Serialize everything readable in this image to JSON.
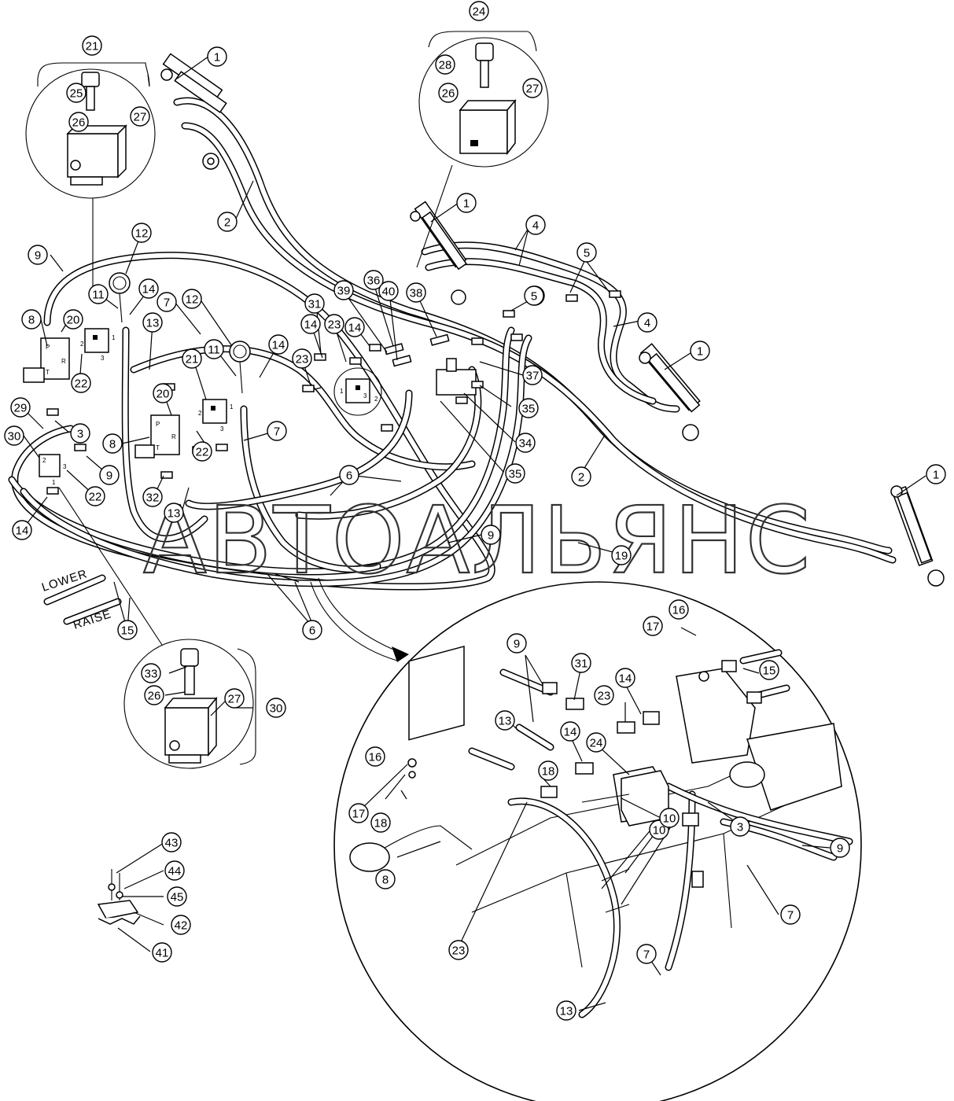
{
  "watermark": "АВТОАЛЬЯНС",
  "hose_labels": {
    "lower": "LOWER",
    "raise": "RAISE"
  },
  "port_labels": {
    "valve_left": [
      "P",
      "R",
      "T"
    ],
    "valve_mid": [
      "P",
      "R",
      "T"
    ],
    "block_upper": [
      "2",
      "1",
      "3"
    ],
    "block_mid": [
      "2",
      "1",
      "3"
    ],
    "block_low": [
      "2",
      "1",
      "3"
    ],
    "block_center": [
      "1",
      "3",
      "2"
    ]
  },
  "callouts": [
    {
      "id": "c21",
      "n": "21"
    },
    {
      "id": "c25a",
      "n": "25"
    },
    {
      "id": "c26a",
      "n": "26"
    },
    {
      "id": "c27a",
      "n": "27"
    },
    {
      "id": "c24",
      "n": "24"
    },
    {
      "id": "c28",
      "n": "28"
    },
    {
      "id": "c26b",
      "n": "26"
    },
    {
      "id": "c27b",
      "n": "27"
    },
    {
      "id": "c1a",
      "n": "1"
    },
    {
      "id": "c2a",
      "n": "2"
    },
    {
      "id": "c1b",
      "n": "1"
    },
    {
      "id": "c4a",
      "n": "4"
    },
    {
      "id": "c5a",
      "n": "5"
    },
    {
      "id": "c5b",
      "n": "5"
    },
    {
      "id": "c4b",
      "n": "4"
    },
    {
      "id": "c1c",
      "n": "1"
    },
    {
      "id": "c2b",
      "n": "2"
    },
    {
      "id": "c1d",
      "n": "1"
    },
    {
      "id": "c9a",
      "n": "9"
    },
    {
      "id": "c12a",
      "n": "12"
    },
    {
      "id": "c11a",
      "n": "11"
    },
    {
      "id": "c14a",
      "n": "14"
    },
    {
      "id": "c7a",
      "n": "7"
    },
    {
      "id": "c12b",
      "n": "12"
    },
    {
      "id": "c13a",
      "n": "13"
    },
    {
      "id": "c8a",
      "n": "8"
    },
    {
      "id": "c20a",
      "n": "20"
    },
    {
      "id": "c22a",
      "n": "22"
    },
    {
      "id": "c11b",
      "n": "11"
    },
    {
      "id": "c14b",
      "n": "14"
    },
    {
      "id": "c21b",
      "n": "21"
    },
    {
      "id": "c20b",
      "n": "20"
    },
    {
      "id": "c8b",
      "n": "8"
    },
    {
      "id": "c22b",
      "n": "22"
    },
    {
      "id": "c7b",
      "n": "7"
    },
    {
      "id": "c29",
      "n": "29"
    },
    {
      "id": "c3a",
      "n": "3"
    },
    {
      "id": "c30a",
      "n": "30"
    },
    {
      "id": "c9b",
      "n": "9"
    },
    {
      "id": "c22c",
      "n": "22"
    },
    {
      "id": "c14c",
      "n": "14"
    },
    {
      "id": "c32",
      "n": "32"
    },
    {
      "id": "c13b",
      "n": "13"
    },
    {
      "id": "c6a",
      "n": "6"
    },
    {
      "id": "c6b",
      "n": "6"
    },
    {
      "id": "c9c",
      "n": "9"
    },
    {
      "id": "c19",
      "n": "19"
    },
    {
      "id": "c15a",
      "n": "15"
    },
    {
      "id": "c6c",
      "n": "6"
    },
    {
      "id": "c36",
      "n": "36"
    },
    {
      "id": "c39",
      "n": "39"
    },
    {
      "id": "c40",
      "n": "40"
    },
    {
      "id": "c38",
      "n": "38"
    },
    {
      "id": "c31a",
      "n": "31"
    },
    {
      "id": "c23a",
      "n": "23"
    },
    {
      "id": "c14d",
      "n": "14"
    },
    {
      "id": "c14e",
      "n": "14"
    },
    {
      "id": "c23b",
      "n": "23"
    },
    {
      "id": "c5c",
      "n": "5"
    },
    {
      "id": "c37",
      "n": "37"
    },
    {
      "id": "c35a",
      "n": "35"
    },
    {
      "id": "c34",
      "n": "34"
    },
    {
      "id": "c35b",
      "n": "35"
    },
    {
      "id": "c33",
      "n": "33"
    },
    {
      "id": "c26c",
      "n": "26"
    },
    {
      "id": "c27c",
      "n": "27"
    },
    {
      "id": "c30b",
      "n": "30"
    },
    {
      "id": "c43",
      "n": "43"
    },
    {
      "id": "c44",
      "n": "44"
    },
    {
      "id": "c45",
      "n": "45"
    },
    {
      "id": "c42",
      "n": "42"
    },
    {
      "id": "c41",
      "n": "41"
    },
    {
      "id": "d16a",
      "n": "16"
    },
    {
      "id": "d17a",
      "n": "17"
    },
    {
      "id": "d9",
      "n": "9"
    },
    {
      "id": "d31",
      "n": "31"
    },
    {
      "id": "d14a",
      "n": "14"
    },
    {
      "id": "d15",
      "n": "15"
    },
    {
      "id": "d23a",
      "n": "23"
    },
    {
      "id": "d13a",
      "n": "13"
    },
    {
      "id": "d14b",
      "n": "14"
    },
    {
      "id": "d24",
      "n": "24"
    },
    {
      "id": "d16b",
      "n": "16"
    },
    {
      "id": "d18a",
      "n": "18"
    },
    {
      "id": "d17b",
      "n": "17"
    },
    {
      "id": "d18b",
      "n": "18"
    },
    {
      "id": "d8",
      "n": "8"
    },
    {
      "id": "d9b",
      "n": "9"
    },
    {
      "id": "d10a",
      "n": "10"
    },
    {
      "id": "d3",
      "n": "3"
    },
    {
      "id": "d7a",
      "n": "7"
    },
    {
      "id": "d10b",
      "n": "10"
    },
    {
      "id": "d23b",
      "n": "23"
    },
    {
      "id": "d7b",
      "n": "7"
    },
    {
      "id": "d13b",
      "n": "13"
    }
  ]
}
